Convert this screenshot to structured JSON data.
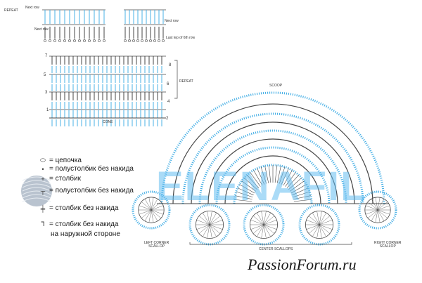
{
  "top_left": {
    "repeat": "REPEAT",
    "next_row_1": "Next row",
    "next_row_2": "Next row"
  },
  "top_right": {
    "next_row": "Next row",
    "last_tep": "Last tep of 6th row"
  },
  "cone": {
    "label": "CONE",
    "repeat": "REPEAT",
    "row_numbers_left": [
      "7",
      "5",
      "3",
      "1"
    ],
    "row_numbers_right": [
      "8",
      "6",
      "4",
      "2"
    ]
  },
  "scoop": {
    "label": "SCOOP"
  },
  "scallops": {
    "left": "LEFT CORNER\nSCALLOP",
    "center": "CENTER SCALLOPS",
    "right": "RIGHT CORNER\nSCALLOP"
  },
  "legend": [
    {
      "symbol": "oval-icon",
      "text": "= цепочка"
    },
    {
      "symbol": "dot-icon",
      "text": "= полустолбик без накида"
    },
    {
      "symbol": "plus-icon",
      "text": "= столбик"
    },
    {
      "symbol": "t-icon",
      "text": "= полустолбик без накида"
    },
    {
      "symbol": "t-dash-icon",
      "text": "= столбик без накида"
    },
    {
      "symbol": "hook-icon",
      "text": "= столбик без накида"
    }
  ],
  "legend_extra": "на наружной стороне",
  "brand": "ELENAFIL",
  "watermark": "PassionForum.ru",
  "colors": {
    "blue": "#4ab1e6",
    "dark": "#444444",
    "brand": "#64bef0"
  }
}
